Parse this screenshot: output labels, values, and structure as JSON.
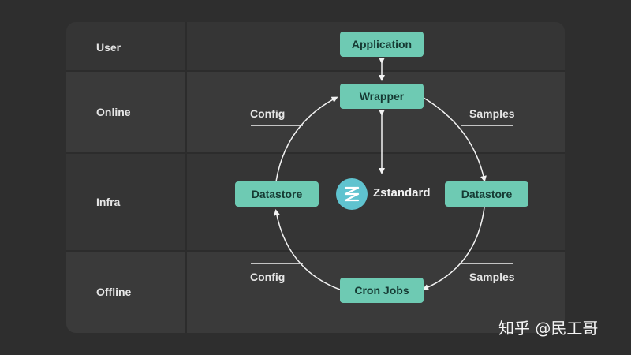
{
  "rows": {
    "user": "User",
    "online": "Online",
    "infra": "Infra",
    "offline": "Offline"
  },
  "nodes": {
    "application": "Application",
    "wrapper": "Wrapper",
    "datastore_left": "Datastore",
    "datastore_right": "Datastore",
    "cron_jobs": "Cron Jobs"
  },
  "center": {
    "label": "Zstandard",
    "icon": "zstd-z-icon"
  },
  "edges": {
    "config_top": "Config",
    "samples_top": "Samples",
    "config_bottom": "Config",
    "samples_bottom": "Samples"
  },
  "watermark": "知乎 @民工哥",
  "colors": {
    "background": "#2e2e2e",
    "panel": "#353535",
    "node_fill": "#6ecab3",
    "node_text": "#163a33",
    "icon_fill": "#5fc3cf",
    "line": "#f2f2f2"
  }
}
